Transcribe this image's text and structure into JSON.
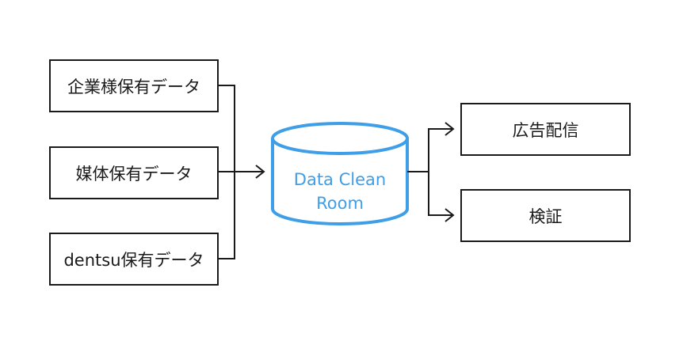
{
  "sources": [
    {
      "label": "企業様保有データ"
    },
    {
      "label": "媒体保有データ"
    },
    {
      "label": "dentsu保有データ"
    }
  ],
  "database": {
    "line1": "Data Clean",
    "line2": "Room",
    "color": "#3e9ee8"
  },
  "outputs": [
    {
      "label": "広告配信"
    },
    {
      "label": "検証"
    }
  ],
  "colors": {
    "stroke": "#1a1a1a",
    "accent": "#3e9ee8"
  }
}
